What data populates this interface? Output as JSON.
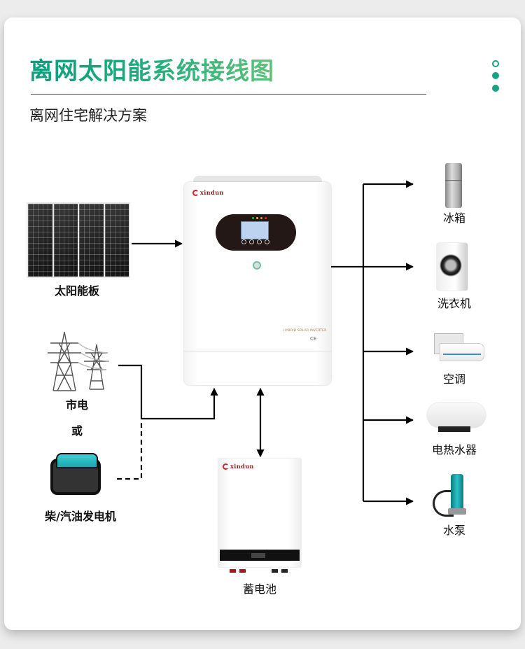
{
  "header": {
    "title": "离网太阳能系统接线图",
    "subtitle": "离网住宅解决方案",
    "accent_color": "#17a384",
    "title_gradient": [
      "#0f9e7e",
      "#5fc27b"
    ],
    "decoration_icons": [
      "ring-dot-icon",
      "filled-dot-icon",
      "filled-dot-icon"
    ]
  },
  "sources": {
    "solar": {
      "label": "太阳能板",
      "icon": "solar-panel-icon"
    },
    "grid": {
      "label": "市电",
      "icon": "power-tower-icon"
    },
    "or_label": "或",
    "generator": {
      "label": "柴/汽油发电机",
      "icon": "generator-icon"
    }
  },
  "inverter": {
    "brand": "xindun",
    "model_text": "HYBRID SOLAR INVERTER",
    "cert_text": "CE",
    "led_colors": [
      "#2fbf3a",
      "#e5c21a",
      "#e5a01a",
      "#e03030"
    ]
  },
  "battery": {
    "label": "蓄电池",
    "brand": "xindun"
  },
  "loads": [
    {
      "label": "冰箱",
      "icon": "refrigerator-icon"
    },
    {
      "label": "洗衣机",
      "icon": "washing-machine-icon"
    },
    {
      "label": "空调",
      "icon": "air-conditioner-icon"
    },
    {
      "label": "电热水器",
      "icon": "water-heater-icon"
    },
    {
      "label": "水泵",
      "icon": "water-pump-icon"
    }
  ],
  "connections": [
    {
      "from": "solar",
      "to": "inverter",
      "style": "solid",
      "direction": "one-way"
    },
    {
      "from": "grid",
      "to": "inverter",
      "style": "solid",
      "direction": "one-way"
    },
    {
      "from": "generator",
      "to": "inverter",
      "style": "dashed",
      "direction": "one-way"
    },
    {
      "from": "inverter",
      "to": "battery",
      "style": "solid",
      "direction": "two-way"
    },
    {
      "from": "inverter",
      "to": "loads",
      "style": "solid",
      "direction": "one-way"
    }
  ]
}
